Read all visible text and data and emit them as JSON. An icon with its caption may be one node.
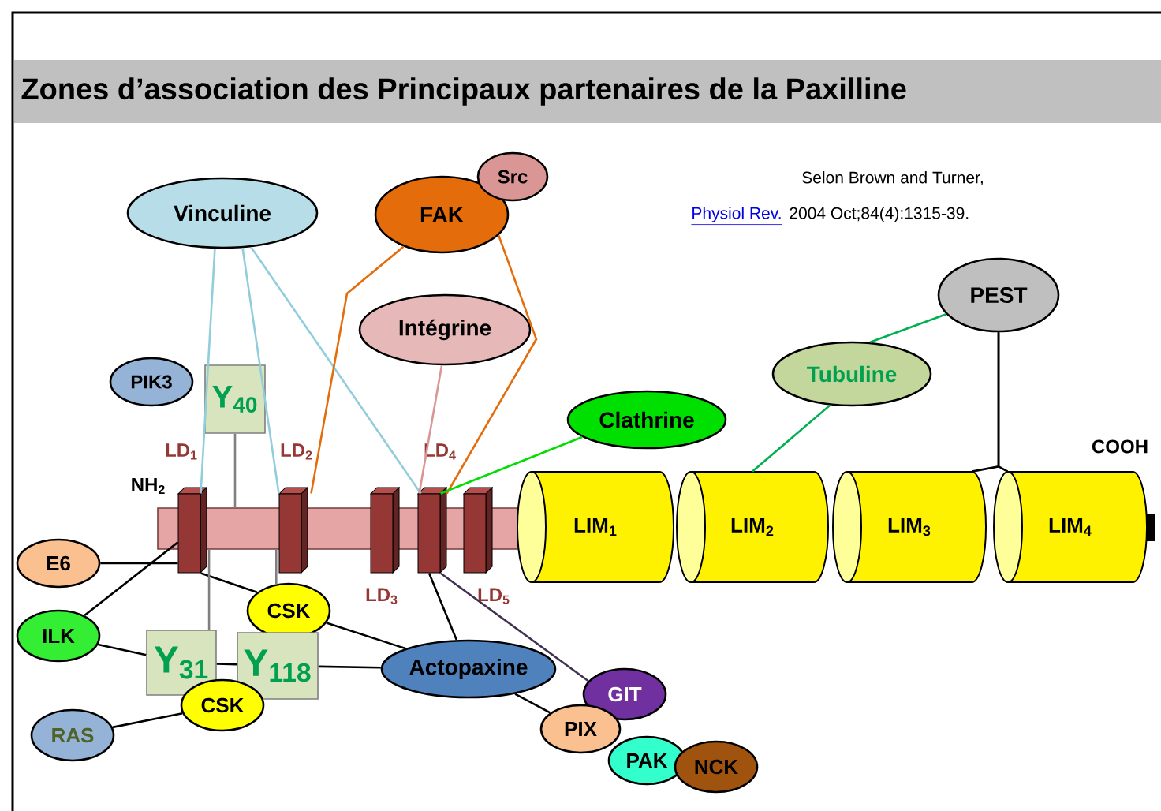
{
  "diagram": {
    "title": "Zones d’association des Principaux partenaires de la Paxilline",
    "nodes": [
      {
        "text": [
          "Vinculine"
        ]
      },
      {
        "text": [
          "FAK"
        ]
      },
      {
        "text": [
          "Src"
        ]
      },
      {
        "text": [
          "Intégrine"
        ]
      },
      {
        "text": [
          "PIK3"
        ]
      },
      {
        "text": [
          "Y$_{40}$"
        ]
      },
      {
        "text": [
          "PEST"
        ]
      },
      {
        "text": [
          "Tubuline"
        ]
      },
      {
        "text": [
          "Clathrine"
        ]
      },
      {
        "text": [],
        "shape": "bar"
      },
      {
        "text": [
          "LD$_{1}$"
        ]
      },
      {
        "text": [
          "LD$_{2}$"
        ]
      },
      {
        "text": [
          "LD$_{3}$"
        ]
      },
      {
        "text": [
          "LD$_{4}$"
        ]
      },
      {
        "text": [
          "LD$_{5}$"
        ]
      },
      {
        "text": [
          "LIM$_{1}$"
        ]
      },
      {
        "text": [
          "LIM$_{2}$"
        ]
      },
      {
        "text": [
          "LIM$_{3}$"
        ]
      },
      {
        "text": [
          "LIM$_{4}$"
        ]
      },
      {
        "text": [
          "E6"
        ]
      },
      {
        "text": [
          "CSK"
        ]
      },
      {
        "text": [
          "ILK"
        ]
      },
      {
        "text": [
          "Y$_{31}$"
        ]
      },
      {
        "text": [
          "Y$_{118}$"
        ]
      },
      {
        "text": [
          "Actopaxine"
        ]
      },
      {
        "text": [
          "GIT"
        ]
      },
      {
        "text": [
          "CSK"
        ]
      },
      {
        "text": [
          "PIX"
        ]
      },
      {
        "text": [
          "RAS"
        ]
      },
      {
        "text": [
          "PAK"
        ]
      },
      {
        "text": [
          "NCK"
        ]
      }
    ],
    "edges": [
      {
        "from": 0,
        "to": 10,
        "arrow": "none",
        "color": "#92cddc"
      },
      {
        "from": 0,
        "to": 11,
        "arrow": "none",
        "color": "#92cddc"
      },
      {
        "from": 0,
        "to": 13,
        "arrow": "none",
        "color": "#92cddc"
      },
      {
        "from": 1,
        "to": 11,
        "arrow": "none",
        "color": "#e46c0a"
      },
      {
        "from": 1,
        "to": 13,
        "arrow": "none",
        "color": "#e46c0a"
      },
      {
        "from": 3,
        "to": 13,
        "arrow": "none",
        "color": "#d99694"
      },
      {
        "from": 8,
        "to": 13,
        "arrow": "none",
        "color": "#00dd00"
      },
      {
        "from": 7,
        "to": 16,
        "arrow": "none",
        "color": "#00b050"
      },
      {
        "from": 6,
        "to": 7,
        "arrow": "none",
        "color": "#00b050"
      },
      {
        "from": 6,
        "to": 17,
        "arrow": "none"
      },
      {
        "from": 6,
        "to": 18,
        "arrow": "none"
      },
      {
        "from": 5,
        "to": 9,
        "arrow": "none",
        "color": "#808080"
      },
      {
        "from": 19,
        "to": 10,
        "arrow": "none"
      },
      {
        "from": 21,
        "to": 10,
        "arrow": "none"
      },
      {
        "from": 10,
        "to": 20,
        "arrow": "none"
      },
      {
        "from": 20,
        "to": 9,
        "arrow": "none",
        "color": "#808080"
      },
      {
        "from": 22,
        "to": 9,
        "arrow": "none",
        "color": "#808080"
      },
      {
        "from": 21,
        "to": 22,
        "arrow": "none"
      },
      {
        "from": 22,
        "to": 23,
        "arrow": "none"
      },
      {
        "from": 23,
        "to": 24,
        "arrow": "none"
      },
      {
        "from": 20,
        "to": 24,
        "arrow": "none"
      },
      {
        "from": 26,
        "to": 28,
        "arrow": "none"
      },
      {
        "from": 13,
        "to": 24,
        "arrow": "none"
      },
      {
        "from": 13,
        "to": 25,
        "arrow": "none",
        "color": "#403152"
      },
      {
        "from": 24,
        "to": 27,
        "arrow": "none"
      }
    ],
    "labels": [
      "Selon Brown and Turner,",
      "Physiol Rev.",
      "2004 Oct;84(4):1315-39.",
      "NH$_{2}$",
      "COOH"
    ]
  }
}
